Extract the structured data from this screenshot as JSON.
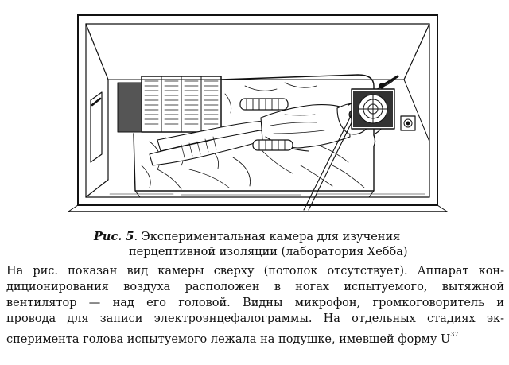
{
  "caption": {
    "label": "Рис. 5",
    "line1": ". Экспериментальная камера для изучения",
    "line2": "перцептивной изоляции (лаборатория Хебба)"
  },
  "body": {
    "lines": [
      "На рис. показан вид камеры сверху (потолок отсутствует). Аппарат кон-",
      "диционирования воздуха расположен в ногах испытуемого, вытяжной",
      "вентилятор — над его головой. Видны микрофон, громкоговоритель и",
      "провода для записи электроэнцефалограммы. На отдельных стадиях эк-",
      "сперимента голова испытуемого лежала на подушке, имевшей форму U"
    ],
    "footnote_ref": "37"
  }
}
